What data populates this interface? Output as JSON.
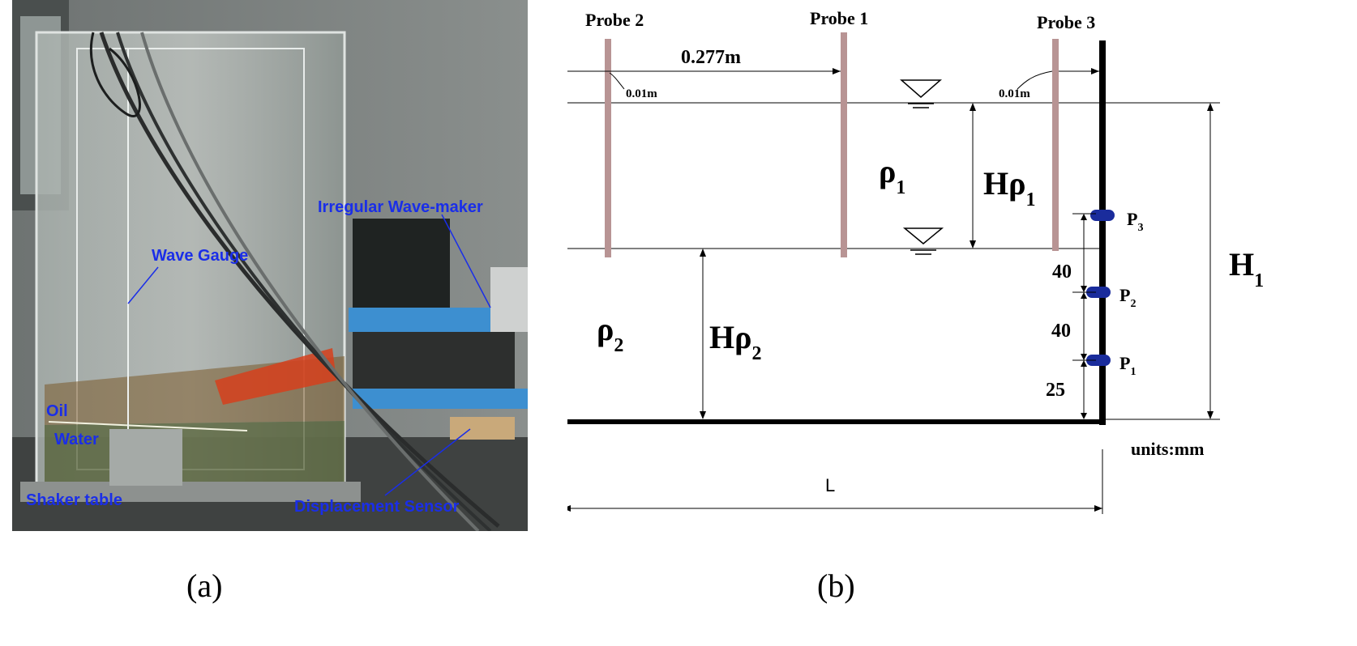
{
  "panel_a": {
    "caption": "(a)",
    "labels": {
      "wave_gauge": "Wave Gauge",
      "wave_maker": "Irregular Wave-maker",
      "oil": "Oil",
      "water": "Water",
      "shaker": "Shaker table",
      "sensor": "Displacement Sensor"
    }
  },
  "panel_b": {
    "caption": "(b)",
    "probes": {
      "p1": "Probe 1",
      "p2": "Probe 2",
      "p3": "Probe 3"
    },
    "dims": {
      "probe_spacing": "0.277m",
      "wall_gap_left": "0.01m",
      "wall_gap_right": "0.01m",
      "gap_p3_p2": "40",
      "gap_p2_p1": "40",
      "gap_p1_bottom": "25",
      "length": "L",
      "units": "units:mm"
    },
    "symbols": {
      "rho_upper": "ρ",
      "rho_upper_sub": "1",
      "rho_lower": "ρ",
      "rho_lower_sub": "2",
      "h_upper": "Hρ",
      "h_upper_sub": "1",
      "h_lower": "Hρ",
      "h_lower_sub": "2",
      "h_total": "H",
      "h_total_sub": "1"
    },
    "sensors": [
      {
        "name": "P",
        "sub": "3"
      },
      {
        "name": "P",
        "sub": "2"
      },
      {
        "name": "P",
        "sub": "1"
      }
    ],
    "colors": {
      "probe": "#b89494",
      "sensor": "#1a2c9c",
      "wall": "#000000"
    }
  }
}
